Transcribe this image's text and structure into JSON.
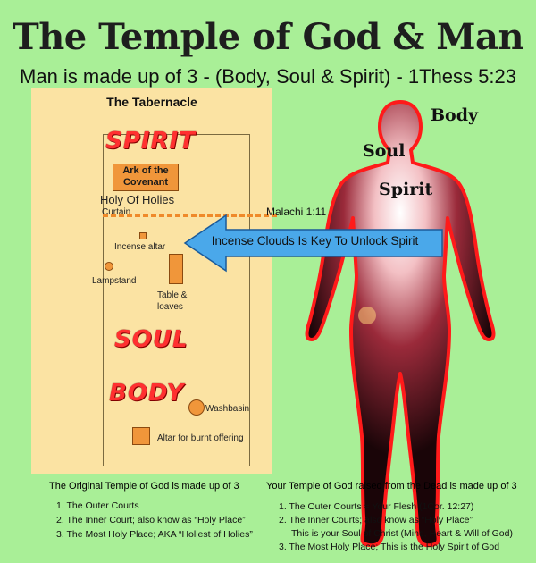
{
  "title": "The Temple of God & Man",
  "subtitle": "Man is made up of 3 - (Body, Soul & Spirit) - 1Thess 5:23",
  "tabernacle": {
    "title": "The Tabernacle",
    "spirit_label": "SPIRIT",
    "ark": "Ark of the Covenant",
    "holy_of_holies": "Holy Of Holies",
    "curtain": "Curtain",
    "incense_altar": "Incense altar",
    "lampstand": "Lampstand",
    "table": "Table & loaves",
    "soul_label": "SOUL",
    "body_label": "BODY",
    "washbasin": "Washbasin",
    "altar": "Altar for burnt offering"
  },
  "arrow_text": "Incense Clouds Is Key To Unlock Spirit",
  "malachi": "Malachi 1:11",
  "human": {
    "body": "Body",
    "soul": "Soul",
    "spirit": "Spirit"
  },
  "left_caption": "The Original Temple of God is made up of 3",
  "left_list": [
    "1. The Outer Courts",
    "2. The Inner Court; also know as “Holy Place”",
    "3. The Most Holy Place; AKA “Holiest of Holies”"
  ],
  "right_caption": "Your Temple of God raised from the Dead is made up of 3",
  "right_list": [
    "1. The Outer Courts = Your Flesh (1Cor. 12:27)",
    "2. The Inner Courts; also know as “Holy Place”",
    "This is your Soul of Christ (Mind, Heart & Will of God)",
    "3. The Most Holy Place; This is the Holy Spirit of God"
  ],
  "colors": {
    "background": "#a9ef97",
    "tabernacle": "#fbe3a3",
    "furniture": "#f0963a",
    "arrow": "#4aa8ea",
    "grunge_text": "#ff3030"
  }
}
